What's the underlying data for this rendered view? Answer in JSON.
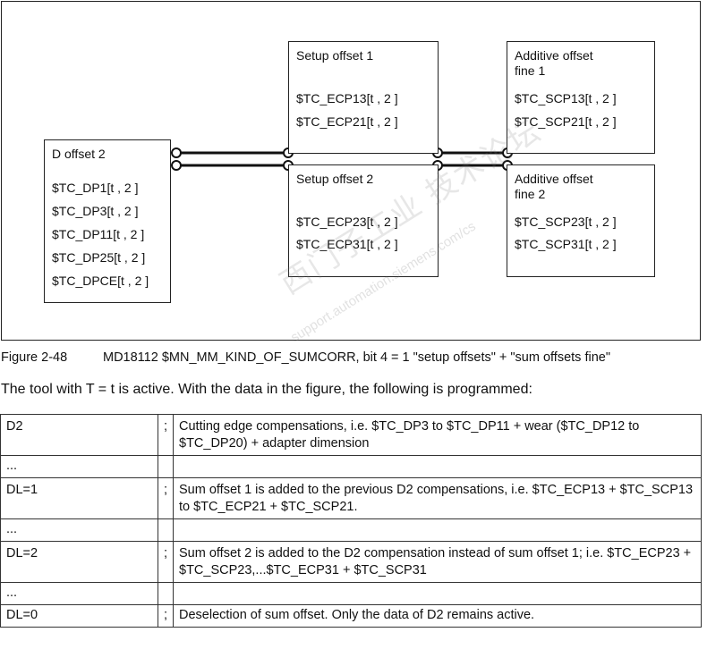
{
  "diagram": {
    "d_offset": {
      "title": "D offset 2",
      "params": [
        "$TC_DP1[t , 2 ]",
        "$TC_DP3[t , 2 ]",
        "$TC_DP11[t , 2 ]",
        "$TC_DP25[t , 2 ]",
        "$TC_DPCE[t , 2 ]"
      ]
    },
    "setup1": {
      "title": "Setup offset 1",
      "params": [
        "$TC_ECP13[t , 2 ]",
        "$TC_ECP21[t , 2 ]"
      ]
    },
    "setup2": {
      "title": "Setup offset 2",
      "params": [
        "$TC_ECP23[t , 2 ]",
        "$TC_ECP31[t , 2 ]"
      ]
    },
    "additive1": {
      "title": "Additive offset\nfine 1",
      "params": [
        "$TC_SCP13[t , 2 ]",
        "$TC_SCP21[t , 2 ]"
      ]
    },
    "additive2": {
      "title": "Additive offset\nfine 2",
      "params": [
        "$TC_SCP23[t , 2 ]",
        "$TC_SCP31[t , 2 ]"
      ]
    },
    "watermark": "西门子工业  技术论坛",
    "watermark_url": "support.automation.siemens.com/cs"
  },
  "caption": {
    "number": "Figure 2-48",
    "text": "MD18112 $MN_MM_KIND_OF_SUMCORR, bit 4 = 1 \"setup offsets\" + \"sum offsets fine\""
  },
  "intro": "The tool with T = t is active. With the data in the figure, the following is programmed:",
  "table": {
    "rows": [
      {
        "code": "D2",
        "sep": ";",
        "desc": "Cutting edge compensations, i.e. $TC_DP3 to $TC_DP11 + wear ($TC_DP12 to $TC_DP20) + adapter dimension"
      },
      {
        "code": "...",
        "sep": "",
        "desc": ""
      },
      {
        "code": "DL=1",
        "sep": ";",
        "desc": "Sum offset 1 is added to the previous D2 compensations, i.e. $TC_ECP13 + $TC_SCP13 to $TC_ECP21 + $TC_SCP21."
      },
      {
        "code": "...",
        "sep": "",
        "desc": ""
      },
      {
        "code": "DL=2",
        "sep": ";",
        "desc": "Sum offset 2 is added to the D2 compensation instead of sum offset 1; i.e. $TC_ECP23 + $TC_SCP23,...$TC_ECP31 + $TC_SCP31"
      },
      {
        "code": "...",
        "sep": "",
        "desc": ""
      },
      {
        "code": "DL=0",
        "sep": ";",
        "desc": "Deselection of sum offset. Only the data of D2 remains active."
      }
    ]
  }
}
